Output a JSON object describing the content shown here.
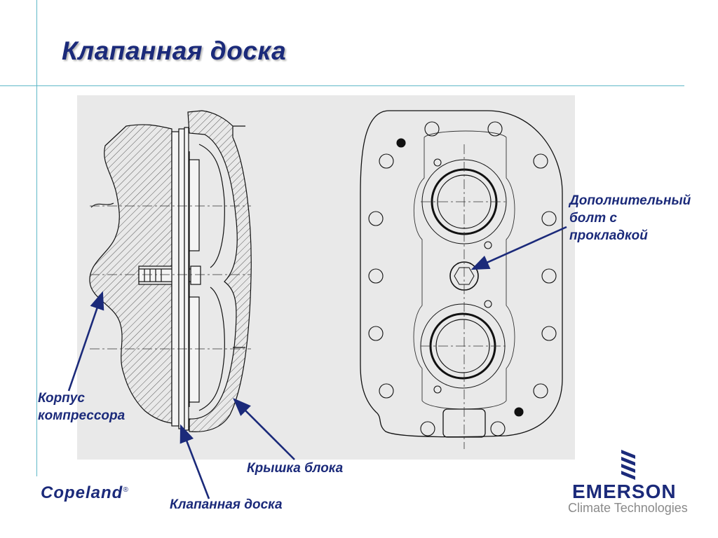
{
  "slide": {
    "title": "Клапанная доска"
  },
  "callouts": {
    "housing": [
      "Корпус",
      "компрессора"
    ],
    "cover": "Крышка блока",
    "valve_plate": "Клапанная доска",
    "extra_bolt": [
      "Дополнительный",
      "болт с",
      "прокладкой"
    ]
  },
  "brands": {
    "copeland": "Copeland",
    "copeland_mark": "®",
    "emerson": "EMERSON",
    "emerson_tag": "Climate Technologies"
  },
  "colors": {
    "accent_line": "#5fb8c8",
    "title_blue": "#1b2a7a",
    "panel_bg": "#e9e9e9",
    "tagline_gray": "#8a8a8a"
  },
  "icons": [
    "emerson-logo-icon"
  ]
}
